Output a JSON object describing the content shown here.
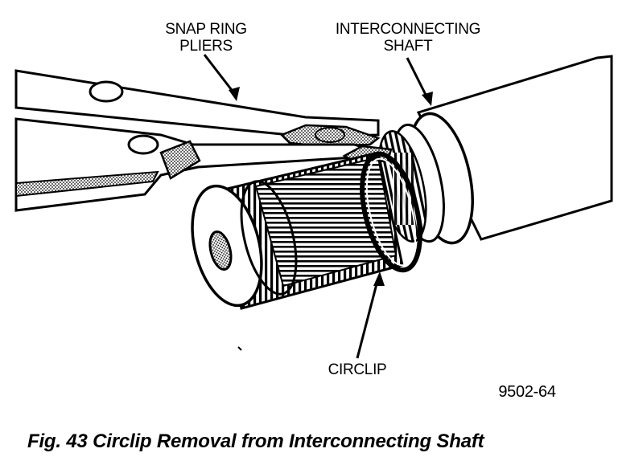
{
  "labels": {
    "snap_ring_pliers_line1": "SNAP RING",
    "snap_ring_pliers_line2": "PLIERS",
    "interconnecting_shaft_line1": "INTERCONNECTING",
    "interconnecting_shaft_line2": "SHAFT",
    "circlip": "CIRCLIP"
  },
  "figure_code": "9502-64",
  "caption": "Fig. 43 Circlip Removal from Interconnecting Shaft"
}
